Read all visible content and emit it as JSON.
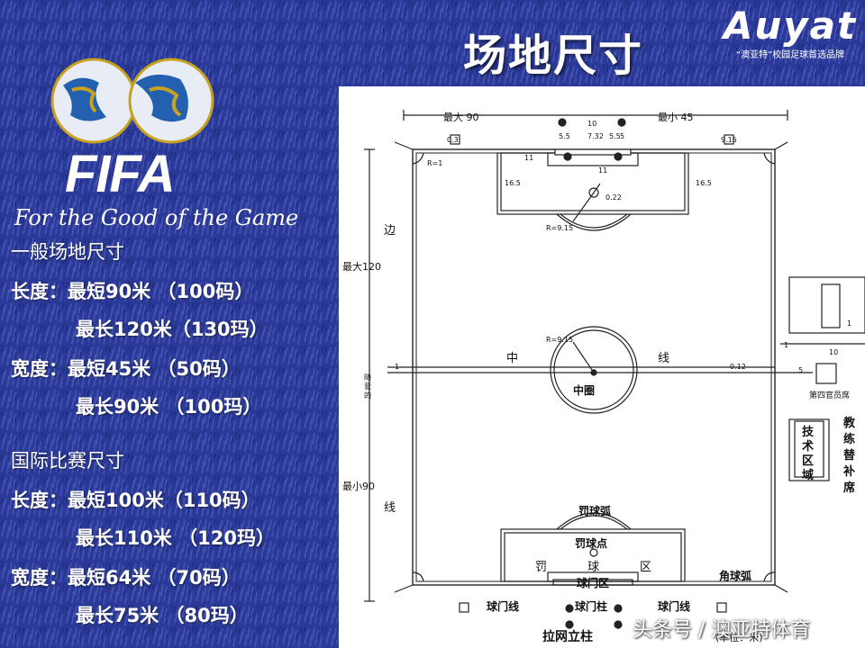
{
  "slide": {
    "title": "场地尺寸",
    "brand": {
      "name": "Auyat",
      "slogan": "“澳亚特”校园足球首选品牌"
    },
    "fifa": {
      "wordmark": "FIFA",
      "slogan": "For the Good of the Game"
    },
    "sections": [
      {
        "heading": "一般场地尺寸",
        "lines": [
          "长度：最短90米 （100码）",
          "最长120米（130玛）",
          "宽度：最短45米 （50码）",
          "最长90米 （100玛）"
        ]
      },
      {
        "heading": "国际比赛尺寸",
        "lines": [
          "长度：最短100米（110码）",
          "最长110米 （120玛）",
          "宽度：最短64米 （70码）",
          "最长75米 （80玛）"
        ]
      }
    ],
    "watermark": "头条号 / 澳亚特体育",
    "colors": {
      "background": "#2a3795",
      "panel": "#ffffff",
      "ink": "#222222"
    }
  },
  "diagram": {
    "top_dims": {
      "max_width": "最大 90",
      "min_width": "最小 45",
      "goal_posts_gap": "10"
    },
    "small_labels": {
      "d03": "0.3",
      "d55a": "5.5",
      "d732": "7.32",
      "d55b": "5.5",
      "d5": "5",
      "d915": "9.15",
      "d11a": "11",
      "d11b": "11",
      "d165a": "16.5",
      "d165b": "16.5",
      "d022": "0.22",
      "r1": "R=1",
      "r915": "R=9.15",
      "r915c": "R=9.15",
      "d012": "0.12",
      "d1a": "1",
      "d1b": "1",
      "d5b": "5",
      "d10": "10",
      "d1c": "1"
    },
    "side_dims": {
      "max_length": "最大120",
      "min_length": "最小90"
    },
    "side_chars": {
      "bian": "边",
      "xian": "线",
      "zhong": "中",
      "xian2": "线"
    },
    "vertical_note": [
      "随",
      "意",
      "的"
    ],
    "labels": {
      "center_circle": "中圈",
      "penalty_arc": "罚球弧",
      "penalty_spot": "罚球点",
      "penalty_area": [
        "罚",
        "球",
        "区"
      ],
      "goal_area": "球门区",
      "goal_post": "球门柱",
      "corner_arc": "角球弧",
      "goal_line_left": "球门线",
      "goal_line_right": "球门线",
      "net_post": "拉网立柱",
      "unit_note": "(单位：米)",
      "fourth_official": "第四官员席",
      "technical_area": [
        "技",
        "术",
        "区",
        "域"
      ],
      "coach_bench": [
        "教",
        "练",
        "替",
        "补",
        "席"
      ]
    }
  }
}
